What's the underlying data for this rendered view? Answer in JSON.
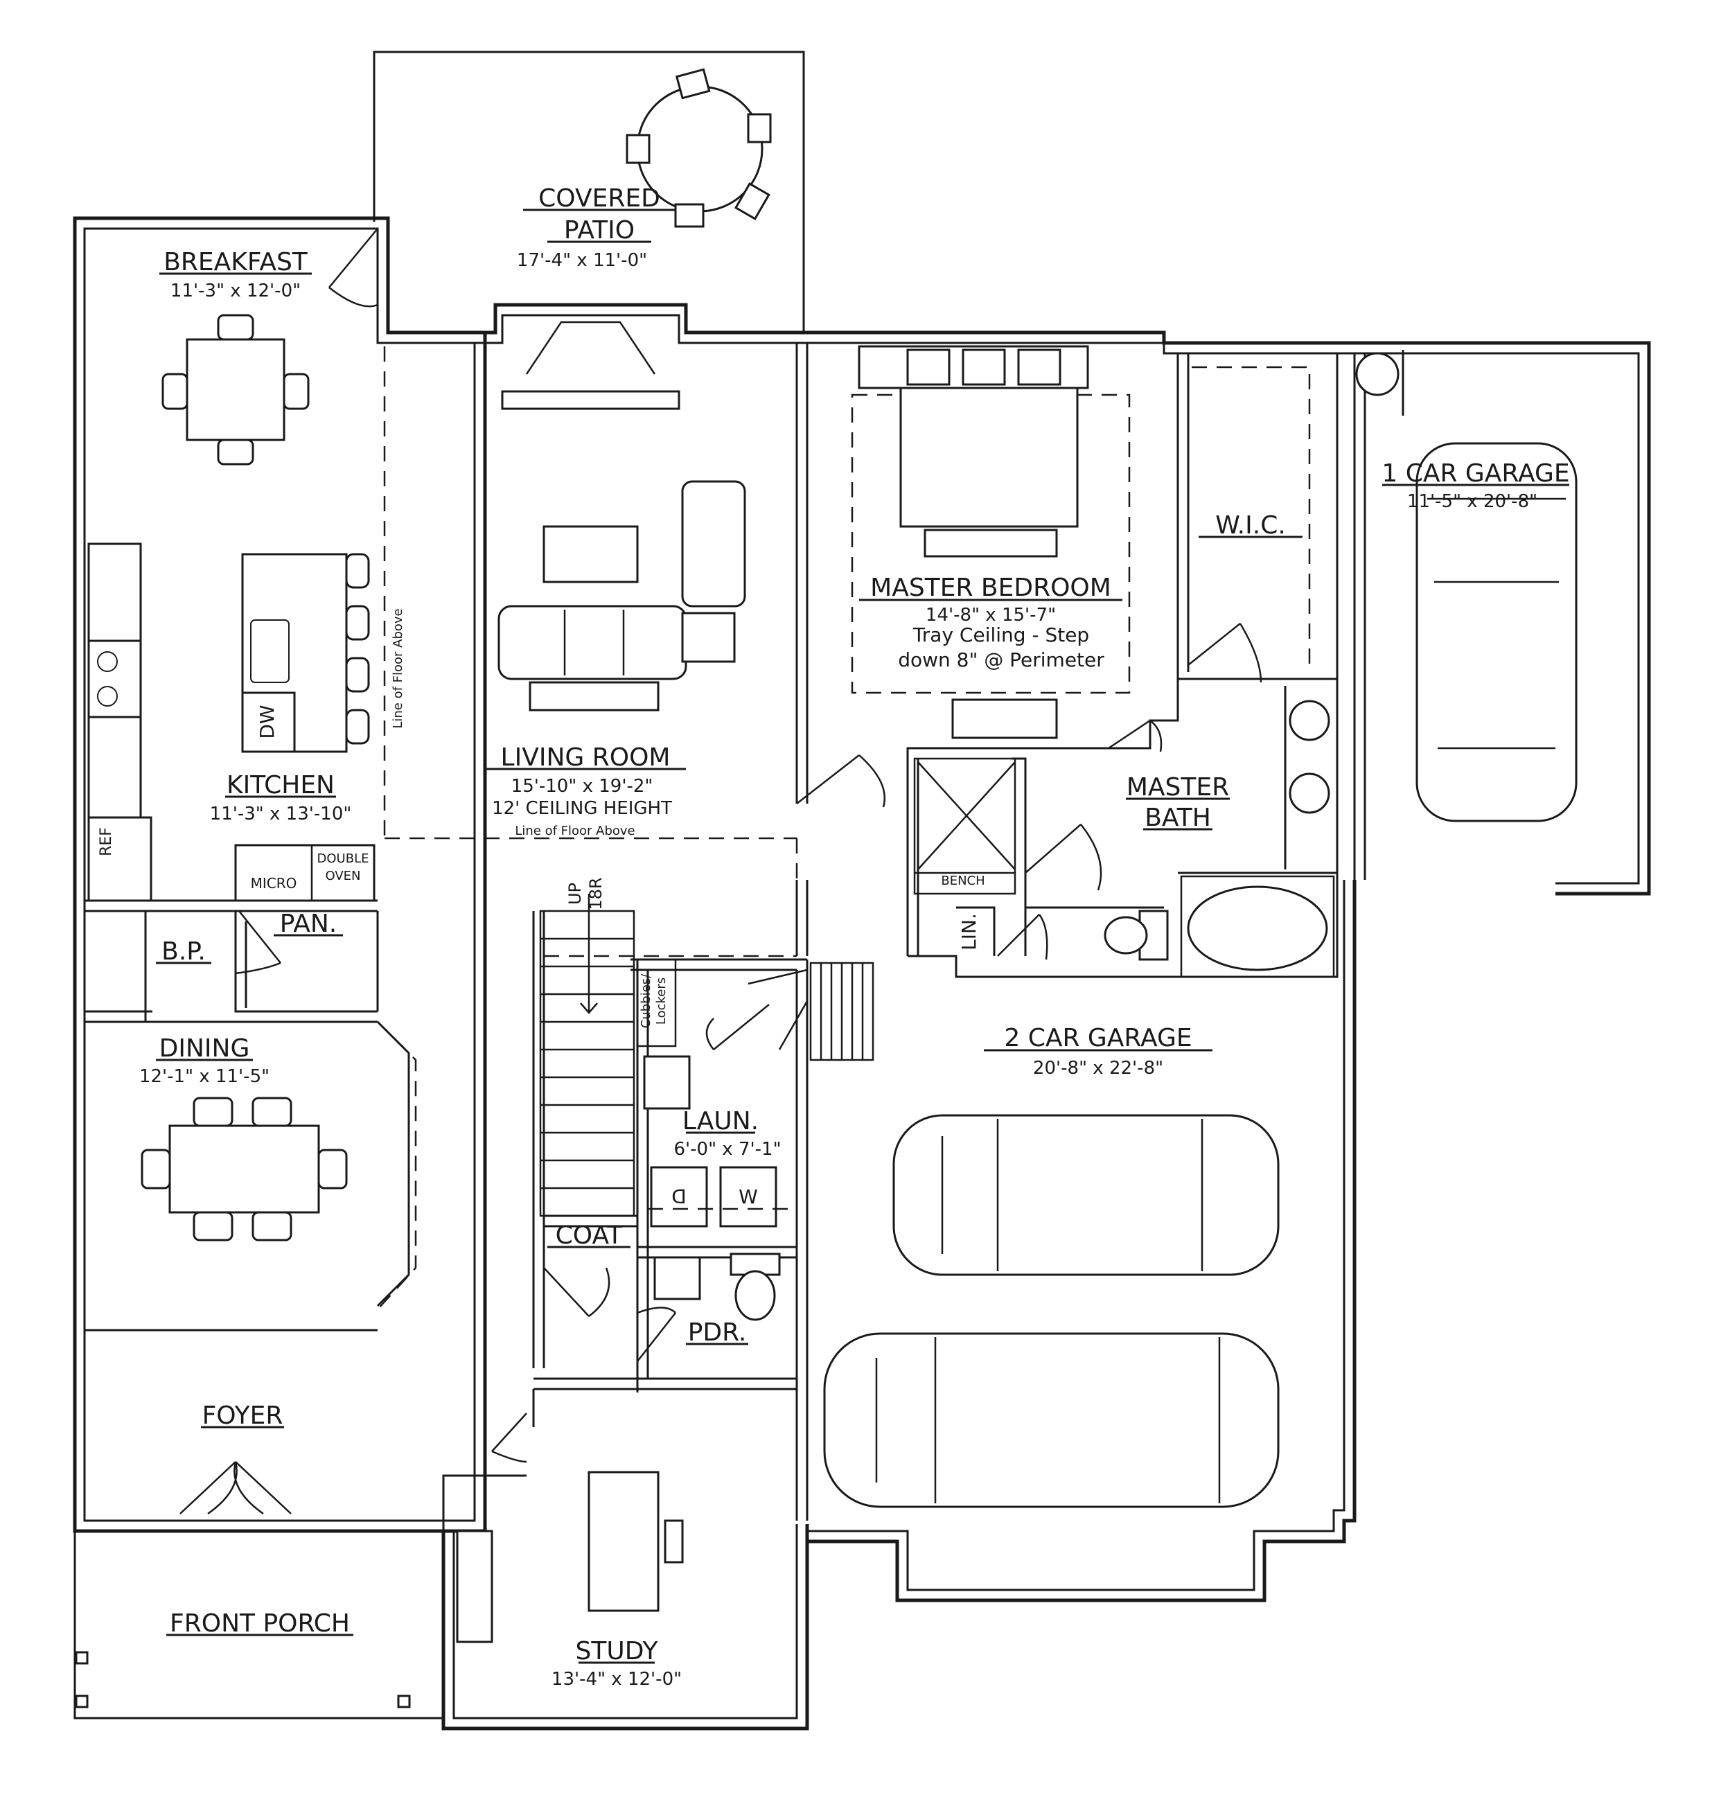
{
  "rooms": {
    "covered_patio": {
      "line1": "COVERED",
      "line2": "PATIO",
      "dims": "17'-4\" x 11'-0\""
    },
    "breakfast": {
      "name": "BREAKFAST",
      "dims": "11'-3\" x 12'-0\""
    },
    "kitchen": {
      "name": "KITCHEN",
      "dims": "11'-3\" x 13'-10\""
    },
    "living_room": {
      "name": "LIVING ROOM",
      "dims": "15'-10\" x 19'-2\"",
      "note": "12' CEILING HEIGHT"
    },
    "master_bedroom": {
      "name": "MASTER BEDROOM",
      "dims": "14'-8\" x 15'-7\"",
      "note1": "Tray Ceiling - Step",
      "note2": "down 8\" @ Perimeter"
    },
    "wic": {
      "name": "W.I.C."
    },
    "master_bath": {
      "line1": "MASTER",
      "line2": "BATH"
    },
    "one_car_garage": {
      "name": "1 CAR GARAGE",
      "dims": "11'-5\" x 20'-8\""
    },
    "two_car_garage": {
      "name": "2 CAR GARAGE",
      "dims": "20'-8\" x 22'-8\""
    },
    "bp": {
      "name": "B.P."
    },
    "pantry": {
      "name": "PAN."
    },
    "dining": {
      "name": "DINING",
      "dims": "12'-1\" x 11'-5\""
    },
    "laundry": {
      "name": "LAUN.",
      "dims": "6'-0\" x 7'-1\""
    },
    "coat": {
      "name": "COAT"
    },
    "powder": {
      "name": "PDR."
    },
    "linen": {
      "name": "LIN."
    },
    "foyer": {
      "name": "FOYER"
    },
    "front_porch": {
      "name": "FRONT PORCH"
    },
    "study": {
      "name": "STUDY",
      "dims": "13'-4\" x 12'-0\""
    }
  },
  "labels": {
    "line_floor_above_h": "Line of Floor Above",
    "line_floor_above_v": "Line of Floor Above",
    "stair_up": "UP",
    "stair_risers": "18R",
    "cubbies_1": "Cubbies/",
    "cubbies_2": "Lockers",
    "ref": "REF",
    "dw": "DW",
    "micro": "MICRO",
    "double": "DOUBLE",
    "oven": "OVEN",
    "bench": "BENCH",
    "dryer": "D",
    "washer": "W"
  }
}
